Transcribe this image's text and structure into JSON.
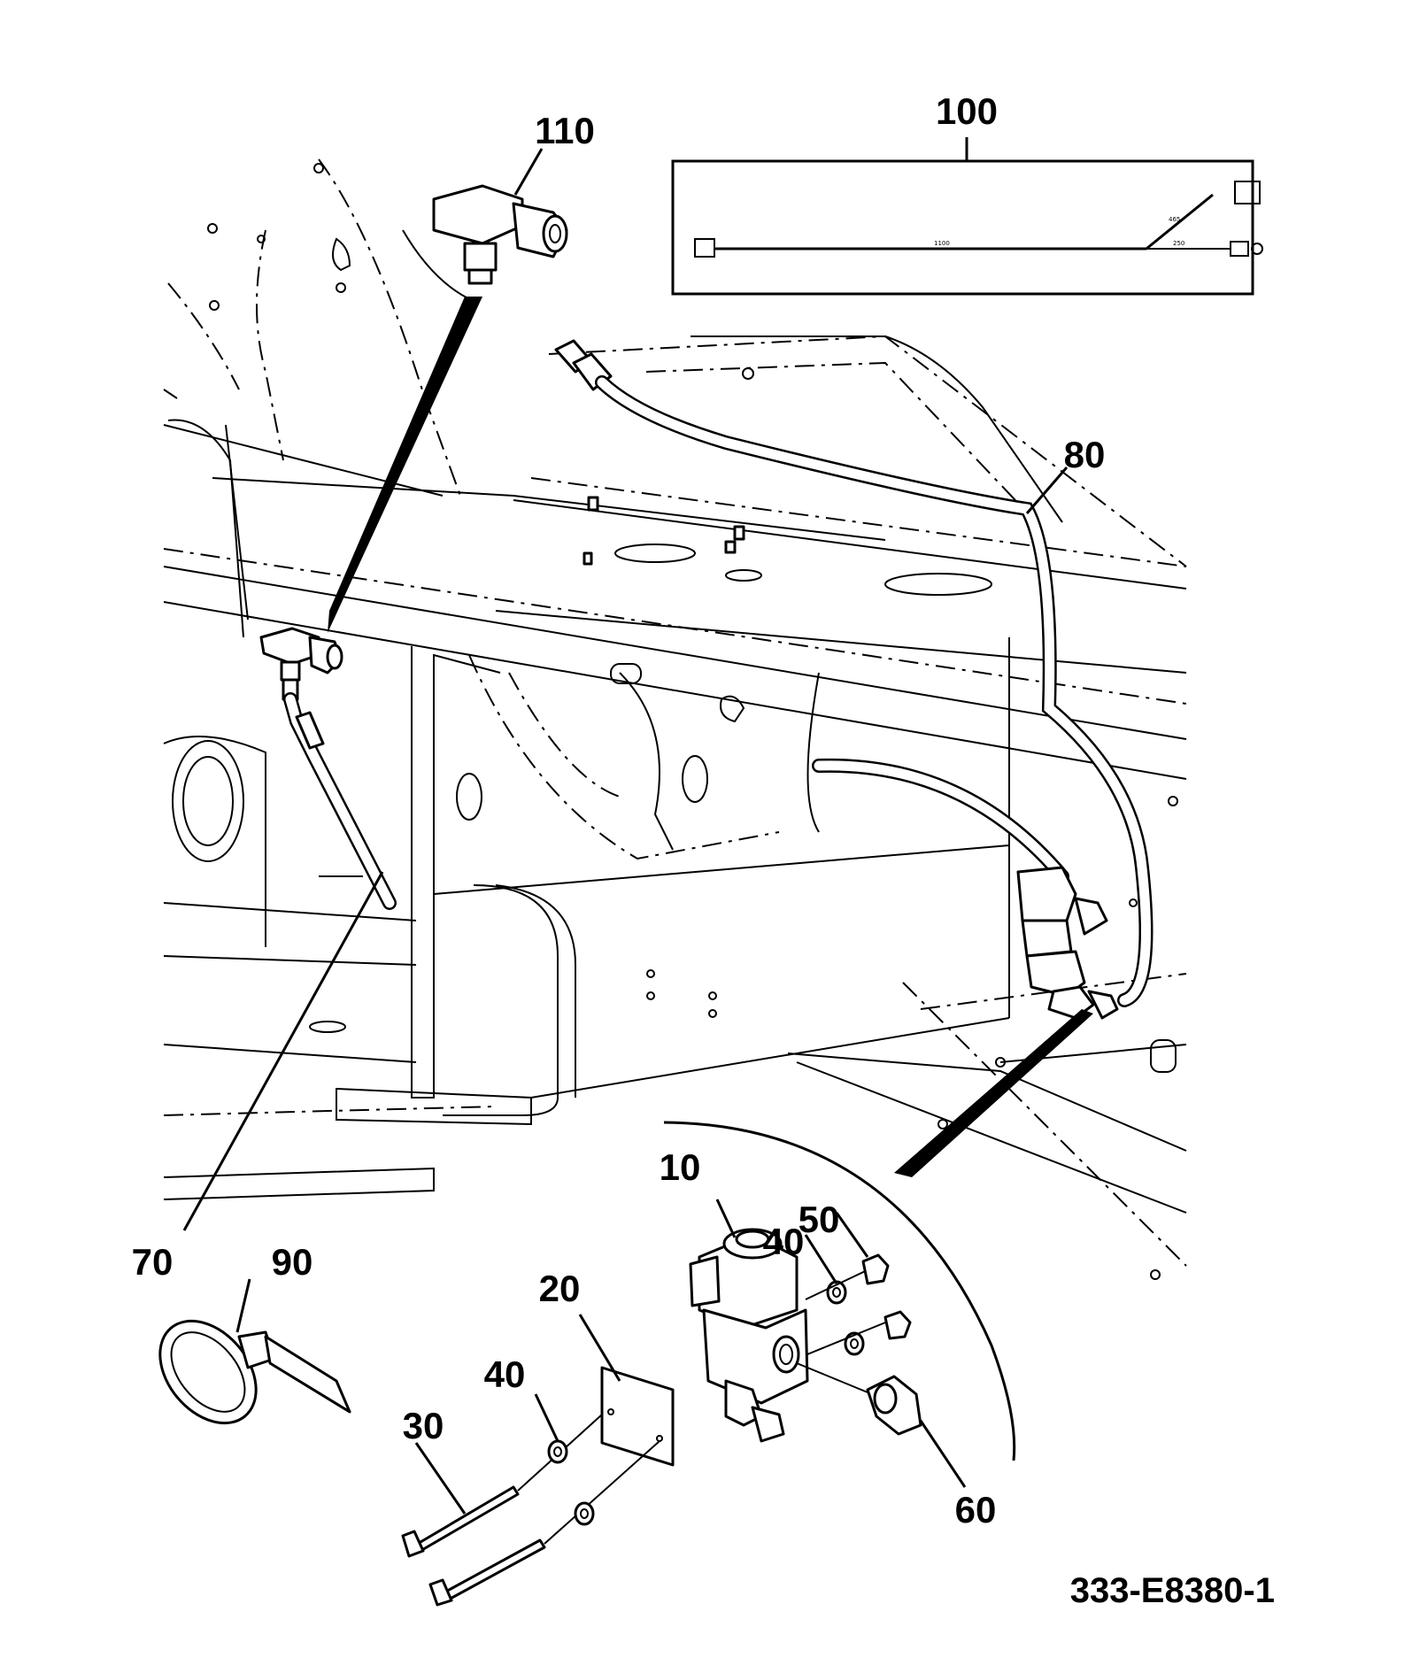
{
  "callouts": {
    "c10": "10",
    "c20": "20",
    "c30": "30",
    "c40a": "40",
    "c40b": "40",
    "c50": "50",
    "c60": "60",
    "c70": "70",
    "c80": "80",
    "c90": "90",
    "c100": "100",
    "c110": "110"
  },
  "drawing_number": "333-E8380-1",
  "harness_inset": {
    "length_main": "1100",
    "length_branch": "465",
    "length_tail": "250"
  }
}
